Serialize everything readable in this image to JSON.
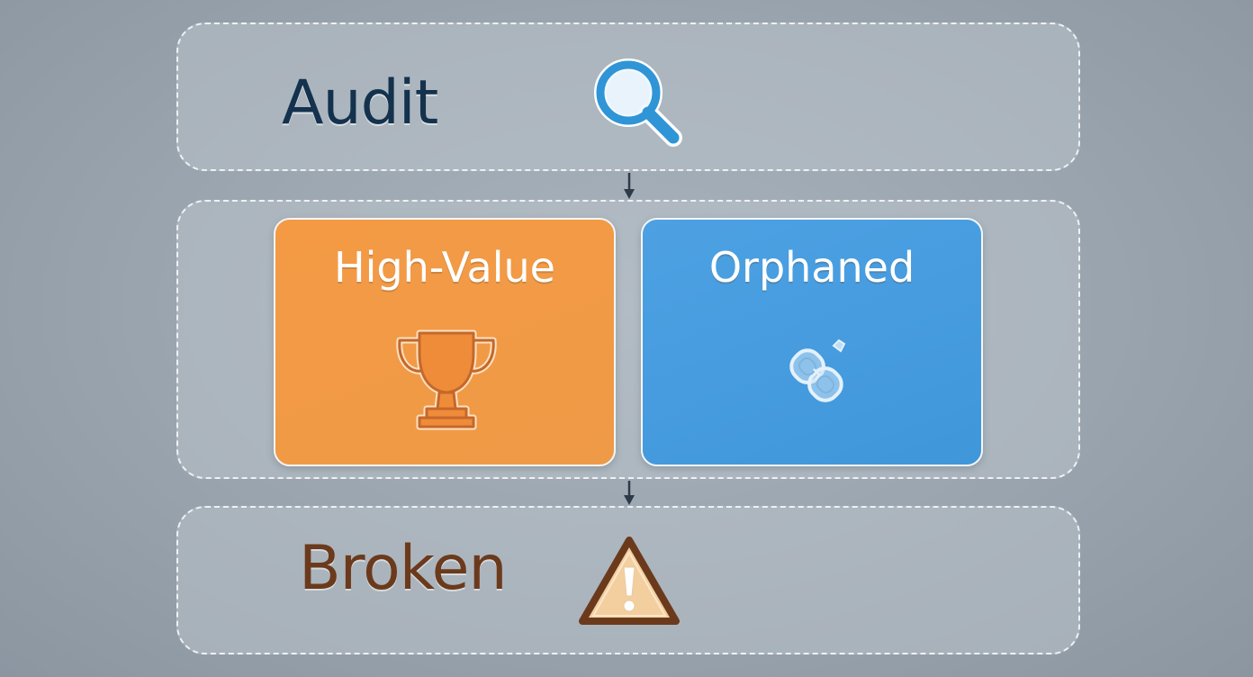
{
  "stages": {
    "audit": {
      "label": "Audit",
      "icon": "search-icon"
    },
    "high_value": {
      "label": "High-Value",
      "icon": "trophy-icon"
    },
    "orphaned": {
      "label": "Orphaned",
      "icon": "broken-link-icon"
    },
    "broken": {
      "label": "Broken",
      "icon": "warning-icon"
    }
  },
  "colors": {
    "background": "#9aa4ae",
    "audit_text": "#14324d",
    "high_value_card": "#f39a45",
    "orphaned_card": "#479ddf",
    "broken_text": "#6b3a1c",
    "search_icon": "#2f95d6",
    "warning_fill": "#f3cfa0",
    "warning_stroke": "#6b3a1c"
  }
}
